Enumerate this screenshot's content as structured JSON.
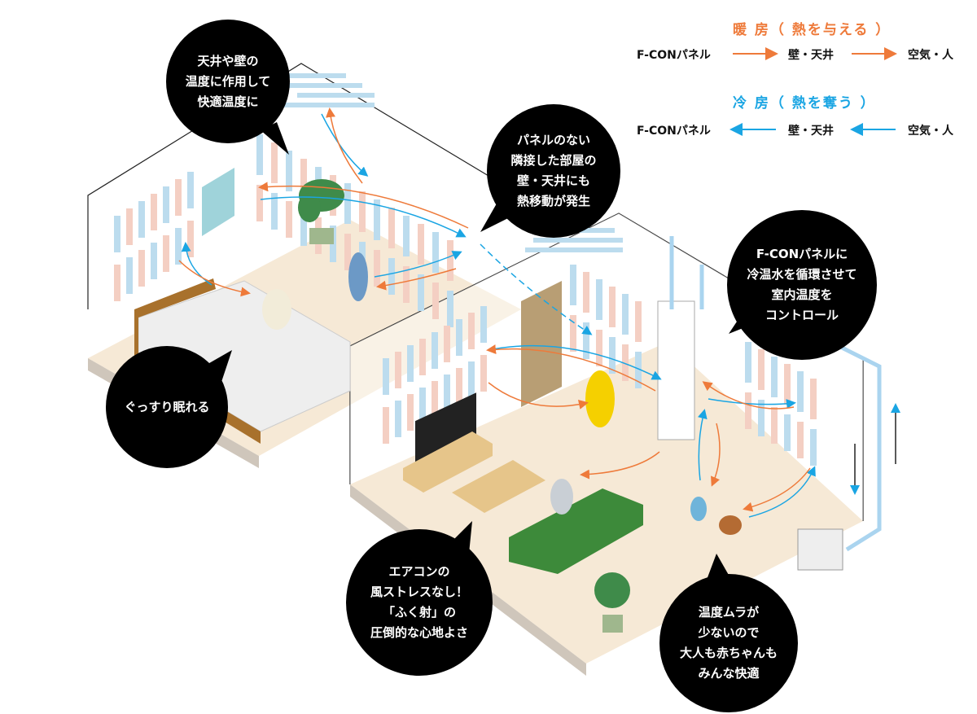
{
  "colors": {
    "heating": "#ee7a3a",
    "cooling": "#1aa5e3",
    "floor": "#f6e9d6",
    "panel_blue": "#bcdcee",
    "panel_pink": "#f4cfc3"
  },
  "legend": {
    "heating": {
      "title": "暖 房（ 熱を与える ）",
      "source": "F-CONパネル",
      "middle": "壁・天井",
      "target": "空気・人"
    },
    "cooling": {
      "title": "冷 房（ 熱を奪う ）",
      "source": "F-CONパネル",
      "middle": "壁・天井",
      "target": "空気・人"
    }
  },
  "bubbles": [
    {
      "lines": [
        "天井や壁の",
        "温度に作用して",
        "快適温度に"
      ]
    },
    {
      "lines": [
        "パネルのない",
        "隣接した部屋の",
        "壁・天井にも",
        "熱移動が発生"
      ]
    },
    {
      "lines": [
        "F-CONパネルに",
        "冷温水を循環させて",
        "室内温度を",
        "コントロール"
      ]
    },
    {
      "lines": [
        "ぐっすり眠れる"
      ]
    },
    {
      "lines": [
        "エアコンの",
        "風ストレスなし！",
        "「ふく射」の",
        "圧倒的な心地よさ"
      ]
    },
    {
      "lines": [
        "温度ムラが",
        "少ないので",
        "大人も赤ちゃんも",
        "みんな快適"
      ]
    }
  ]
}
